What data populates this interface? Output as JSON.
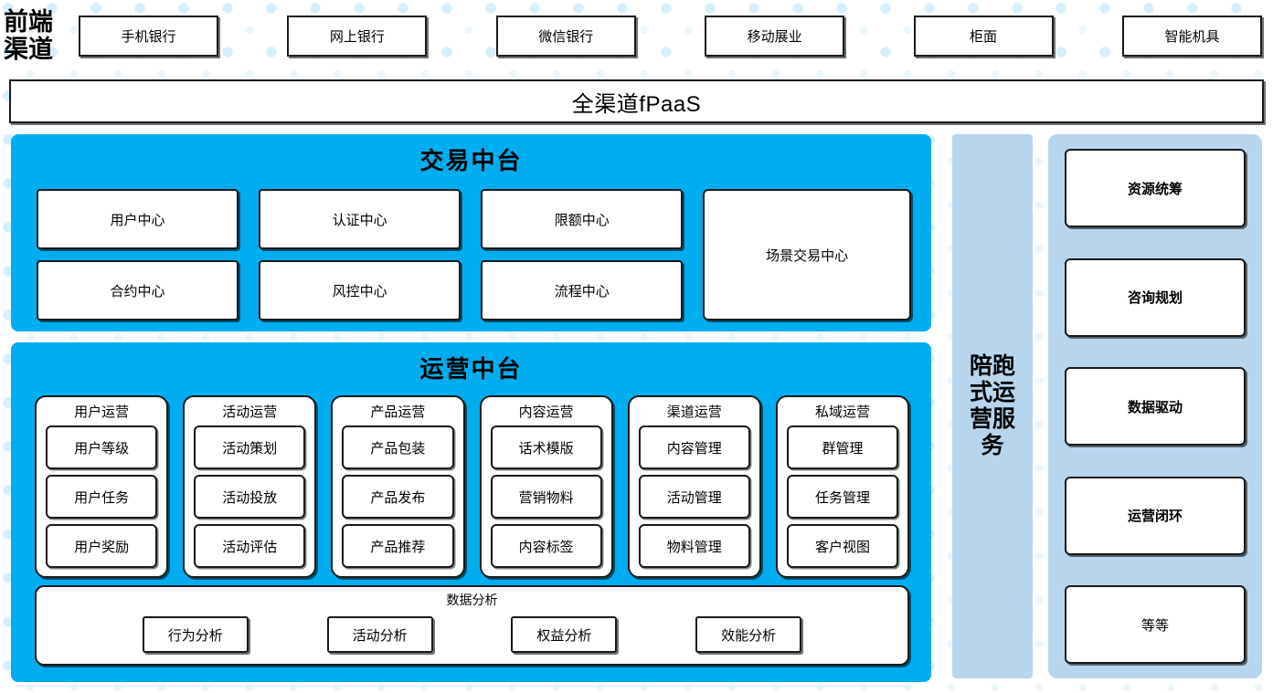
{
  "channels": {
    "label": "前端\n渠道",
    "label_line1": "前端",
    "label_line2": "渠道",
    "items": [
      {
        "label": "手机银行"
      },
      {
        "label": "网上银行"
      },
      {
        "label": "微信银行"
      },
      {
        "label": "移动展业"
      },
      {
        "label": "柜面"
      },
      {
        "label": "智能机具"
      }
    ]
  },
  "platform_bar": {
    "label": "全渠道fPaaS"
  },
  "transaction_center": {
    "title": "交易中台",
    "columns": [
      {
        "items": [
          "用户中心",
          "合约中心"
        ]
      },
      {
        "items": [
          "认证中心",
          "风控中心"
        ]
      },
      {
        "items": [
          "限额中心",
          "流程中心"
        ]
      }
    ],
    "tall_box": "场景交易中心"
  },
  "operation_center": {
    "title": "运营中台",
    "cards": [
      {
        "title": "用户运营",
        "items": [
          "用户等级",
          "用户任务",
          "用户奖励"
        ]
      },
      {
        "title": "活动运营",
        "items": [
          "活动策划",
          "活动投放",
          "活动评估"
        ]
      },
      {
        "title": "产品运营",
        "items": [
          "产品包装",
          "产品发布",
          "产品推荐"
        ]
      },
      {
        "title": "内容运营",
        "items": [
          "话术模版",
          "营销物料",
          "内容标签"
        ]
      },
      {
        "title": "渠道运营",
        "items": [
          "内容管理",
          "活动管理",
          "物料管理"
        ]
      },
      {
        "title": "私域运营",
        "items": [
          "群管理",
          "任务管理",
          "客户视图"
        ]
      }
    ],
    "data_analysis": {
      "title": "数据分析",
      "items": [
        "行为分析",
        "活动分析",
        "权益分析",
        "效能分析"
      ]
    }
  },
  "service_column": {
    "label": "陪跑式运营服务"
  },
  "capability_column": {
    "items": [
      {
        "label": "资源统筹",
        "bold": true
      },
      {
        "label": "咨询规划",
        "bold": true
      },
      {
        "label": "数据驱动",
        "bold": true
      },
      {
        "label": "运营闭环",
        "bold": true
      },
      {
        "label": "等等",
        "bold": false
      }
    ]
  },
  "colors": {
    "cyan_panel": "#00AEEF",
    "light_blue_panel": "#b8d5ee",
    "box_border": "#1a1a1a",
    "box_fill": "#ffffff",
    "watermark_dot": "#d6effc"
  }
}
